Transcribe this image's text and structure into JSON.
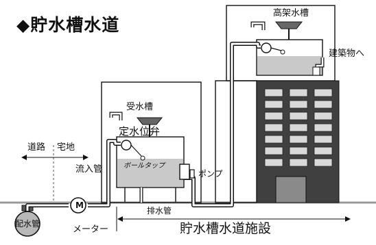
{
  "title": "◆貯水槽水道",
  "labels": {
    "elevated_tank": "高架水槽",
    "to_building": "建築物へ",
    "receiving_tank": "受水槽",
    "level_valve": "定水位弁",
    "road": "道路",
    "residential": "宅地",
    "inflow_pipe": "流入管",
    "ball_tap": "ボールタップ",
    "pump": "ポンプ",
    "drain_pipe": "排水管",
    "meter": "メーター",
    "meter_symbol": "M",
    "water_main": "配水管",
    "facility_scope": "貯水槽水道施設"
  },
  "colors": {
    "ink": "#111111",
    "pipe_fill": "#ffffff",
    "water": "#c9c9c9",
    "building": "#404040",
    "window": "#d9d9d9",
    "ground": "#9a9a9a",
    "water_main": "#b8b8b8"
  },
  "icons": {
    "title_bullet": "diamond",
    "scope_arrow": "double-arrow",
    "meter": "circle-meter",
    "valve": "float-valve"
  }
}
